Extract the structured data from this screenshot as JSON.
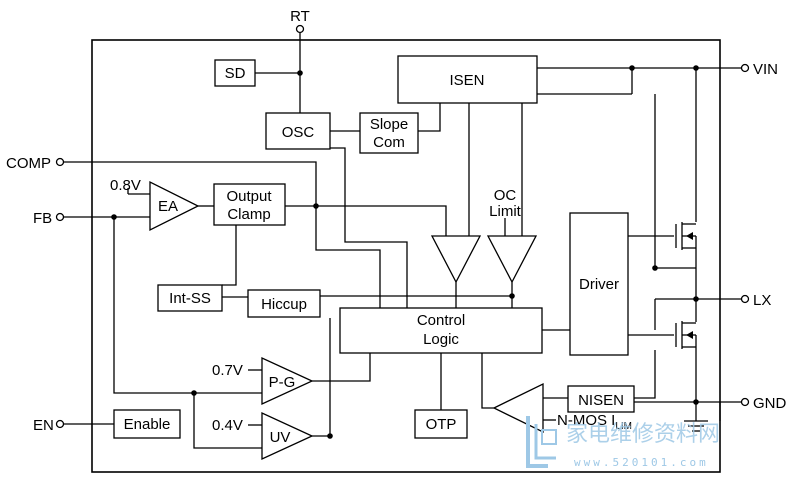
{
  "pins": {
    "rt": "RT",
    "vin": "VIN",
    "comp": "COMP",
    "fb": "FB",
    "lx": "LX",
    "en": "EN",
    "gnd": "GND"
  },
  "blocks": {
    "sd": "SD",
    "osc": "OSC",
    "slope_line1": "Slope",
    "slope_line2": "Com",
    "isen": "ISEN",
    "ea": "EA",
    "output_clamp_line1": "Output",
    "output_clamp_line2": "Clamp",
    "oc_limit_line1": "OC",
    "oc_limit_line2": "Limit",
    "driver": "Driver",
    "int_ss": "Int-SS",
    "hiccup": "Hiccup",
    "control_logic_line1": "Control",
    "control_logic_line2": "Logic",
    "pg": "P-G",
    "uv": "UV",
    "enable": "Enable",
    "otp": "OTP",
    "nisen": "NISEN",
    "nmos_limit": "N-MOS I",
    "nmos_limit_sub": "LIM"
  },
  "references": {
    "ea_ref": "0.8V",
    "pg_ref": "0.7V",
    "uv_ref": "0.4V"
  },
  "watermark": {
    "text": "家电维修资料网",
    "url": "www.520101.com"
  },
  "colors": {
    "line": "#000000",
    "watermark": "#9ec8e6"
  }
}
